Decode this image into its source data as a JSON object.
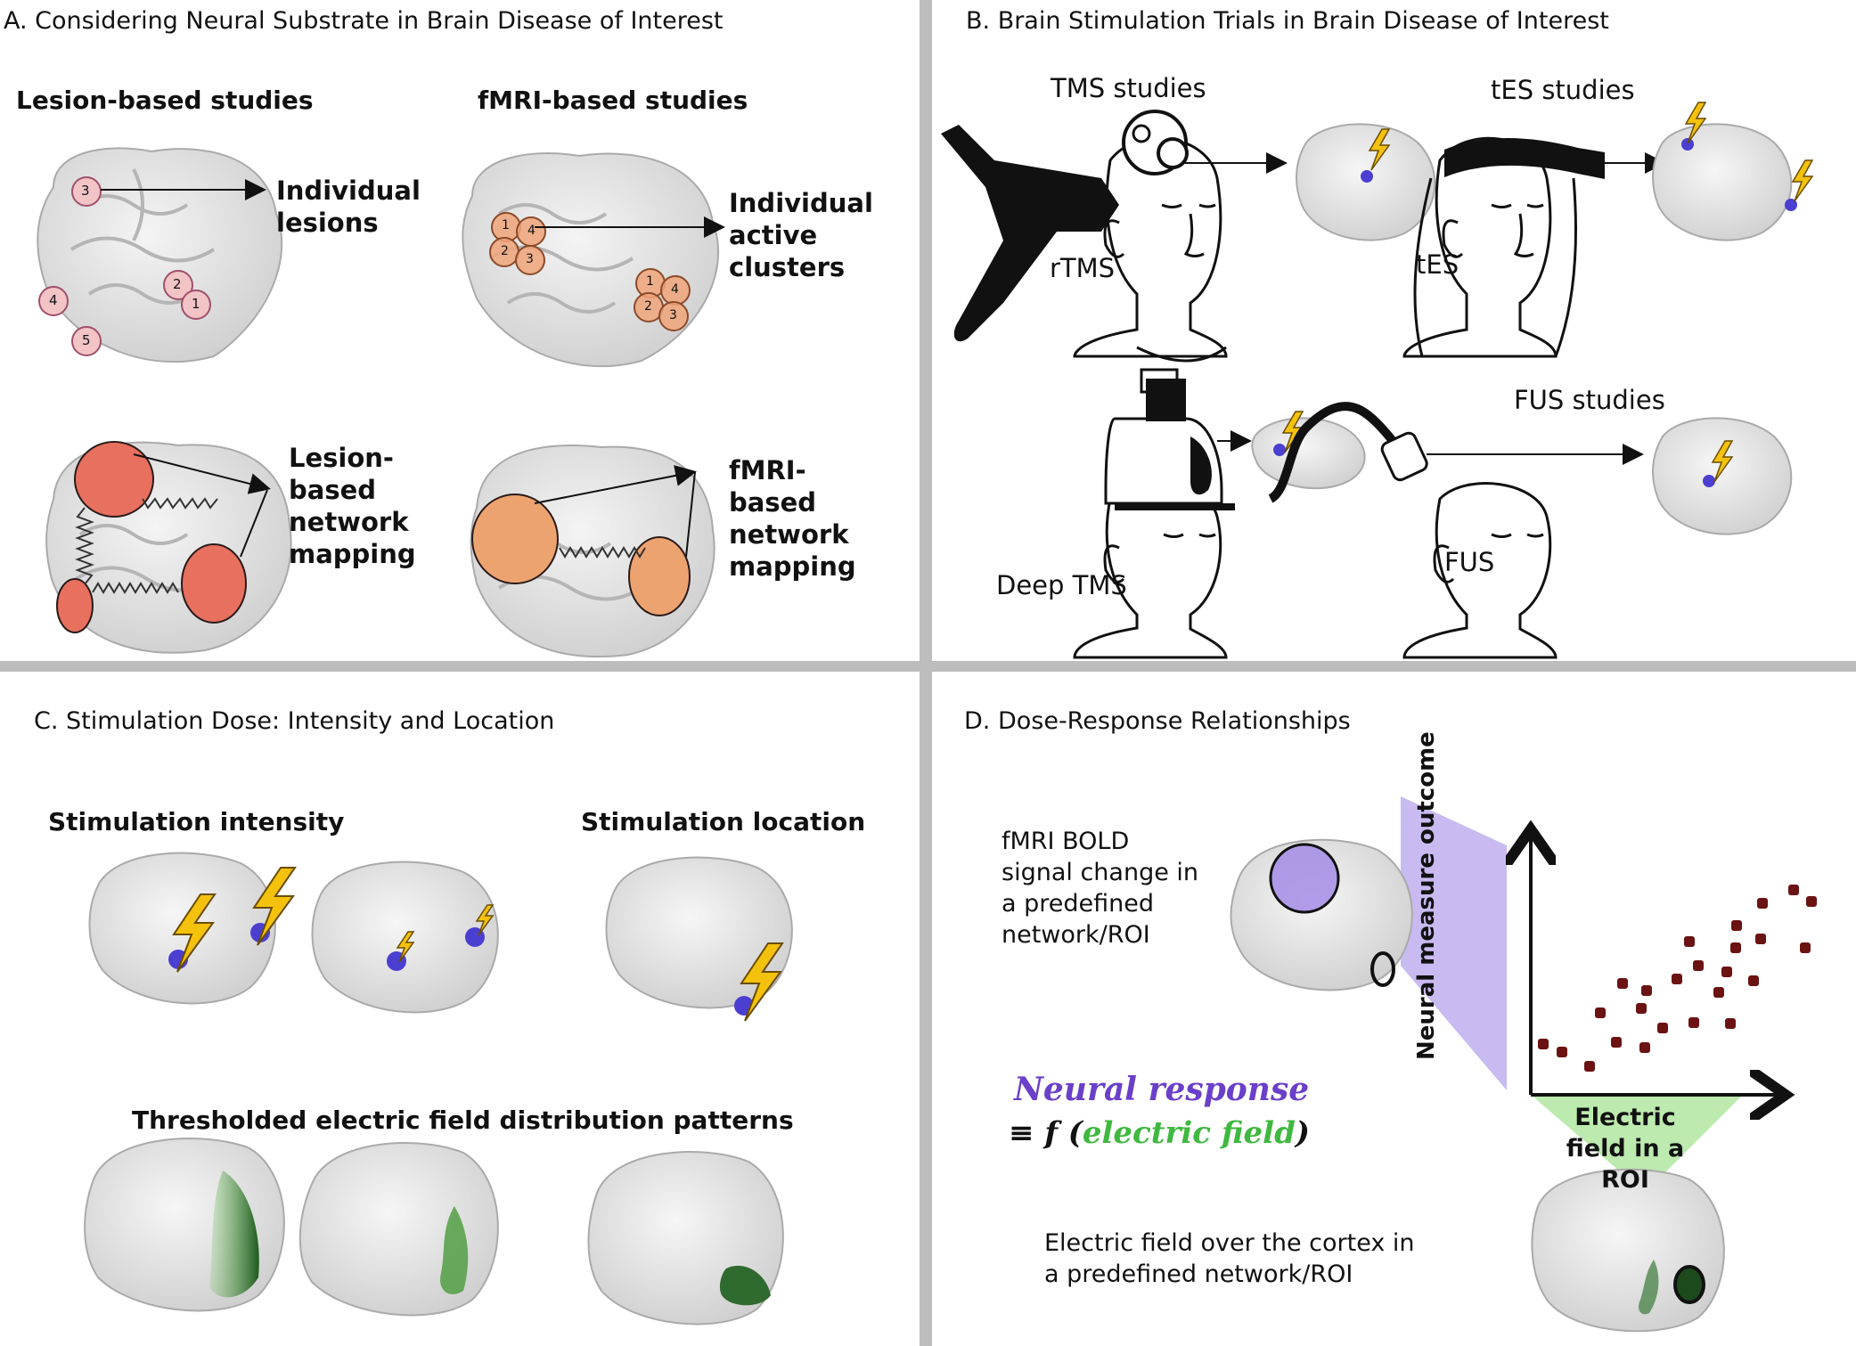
{
  "panel_a": {
    "title": "A. Considering Neural Substrate in Brain Disease of Interest",
    "lesion_studies": "Lesion-based studies",
    "fmri_studies": "fMRI-based studies",
    "individual_lesions": "Individual lesions",
    "individual_clusters": "Individual active clusters",
    "lesion_network": "Lesion-based network mapping",
    "fmri_network": "fMRI-based network mapping",
    "lesion_numbers": [
      "1",
      "2",
      "3",
      "4",
      "5"
    ],
    "cluster_numbers": [
      "1",
      "2",
      "3",
      "4"
    ]
  },
  "panel_b": {
    "title": "B. Brain Stimulation Trials in Brain Disease of Interest",
    "tms_studies": "TMS studies",
    "tes_studies": "tES studies",
    "fus_studies": "FUS studies",
    "rtms": "rTMS",
    "tes": "tES",
    "deep_tms": "Deep TMS",
    "fus": "FUS"
  },
  "panel_c": {
    "title": "C.  Stimulation Dose: Intensity and Location",
    "intensity": "Stimulation intensity",
    "location": "Stimulation location",
    "efield_patterns": "Thresholded electric field distribution patterns"
  },
  "panel_d": {
    "title": "D. Dose-Response Relationships",
    "bold_text": "fMRI BOLD signal change in a predefined network/ROI",
    "y_axis": "Neural measure outcome",
    "x_axis": "Electric field in a ROI",
    "eq_response": "Neural response",
    "eq_equiv": "≡ f (",
    "eq_field": "electric field",
    "eq_close": ")",
    "efield_cortex": "Electric field over the cortex in a predefined network/ROI"
  },
  "colors": {
    "lesion_pink": "#f2c4c6",
    "cluster_orange": "#f0a57a",
    "network_red": "#e8705e",
    "network_orange": "#eda36f",
    "stim_blue": "#4b3fd1",
    "bolt_yellow": "#f4c20d",
    "roi_purple": "#a58ce8",
    "field_green": "#2f7a2f",
    "scatter": "#6b1212"
  }
}
